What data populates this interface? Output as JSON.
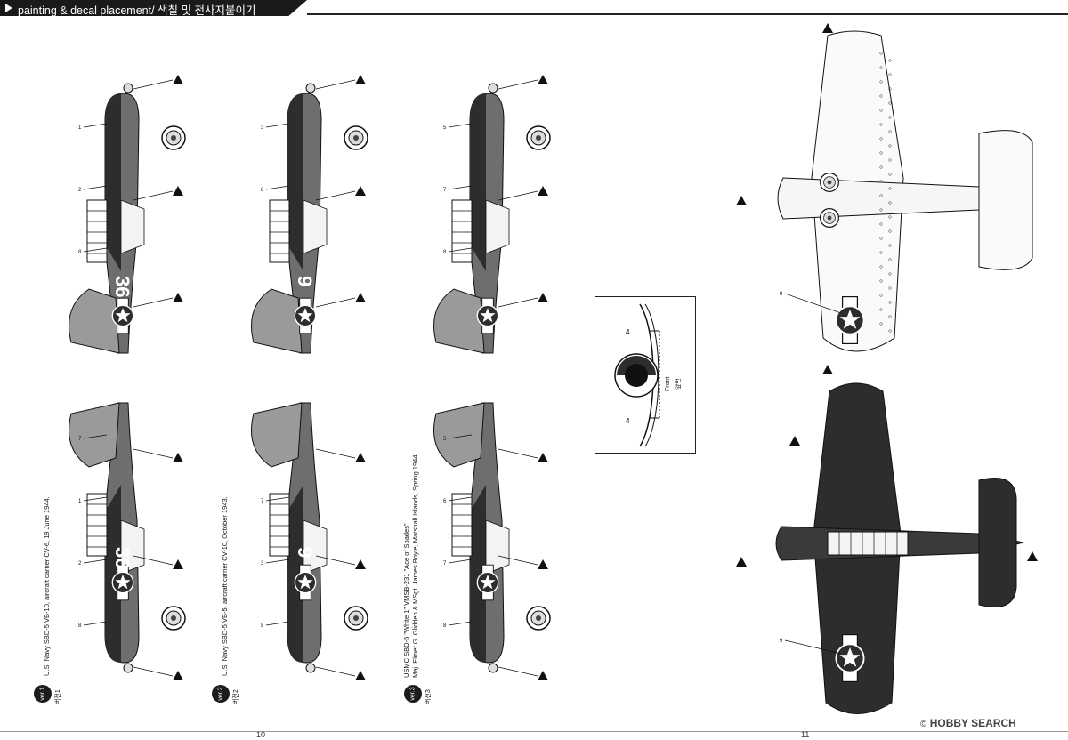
{
  "header": {
    "title": "painting & decal placement/ 색칠 및 전사지붙이기"
  },
  "pages": {
    "left": "10",
    "right": "11"
  },
  "versions": [
    {
      "badge": "ver.1",
      "sub": "버전1",
      "caption": "U.S. Navy SBD-5 VB-10, aircraft carrier CV-6, 19 June 1944.",
      "code": "36"
    },
    {
      "badge": "ver.2",
      "sub": "버전2",
      "caption": "U.S. Navy SBD-5 VB-5, aircraft carrier CV-10, October 1943.",
      "code": "9"
    },
    {
      "badge": "ver.3",
      "sub": "버전3",
      "caption_line1": "USMC SBD-5 \"White 1\" VMSB-231 \"Ace of Spades\"",
      "caption_line2": "Maj. Elmer G. Glidden & MSgt. James Boyle, Marshall Islands, Spring 1944."
    }
  ],
  "front_view": {
    "label": "Front",
    "sub": "앞면",
    "callout": "4"
  },
  "callouts": {
    "v1_top": [
      "1",
      "2",
      "8"
    ],
    "v1_bot": [
      "8",
      "2",
      "1",
      "7"
    ],
    "v2_top": [
      "3",
      "8"
    ],
    "v2_bot": [
      "8",
      "3",
      "7"
    ],
    "v3_top": [
      "5",
      "7",
      "8"
    ],
    "v3_bot": [
      "8",
      "7",
      "6",
      "5"
    ],
    "plan_top": [
      "9"
    ],
    "plan_bot": [
      "9"
    ]
  },
  "logo": {
    "text": "HOBBY SEARCH",
    "reg": "©"
  },
  "colors": {
    "dark_paint": "#2d2d2d",
    "mid_paint": "#6e6e6e",
    "light_paint": "#c9c9c9",
    "ink": "#111111"
  }
}
